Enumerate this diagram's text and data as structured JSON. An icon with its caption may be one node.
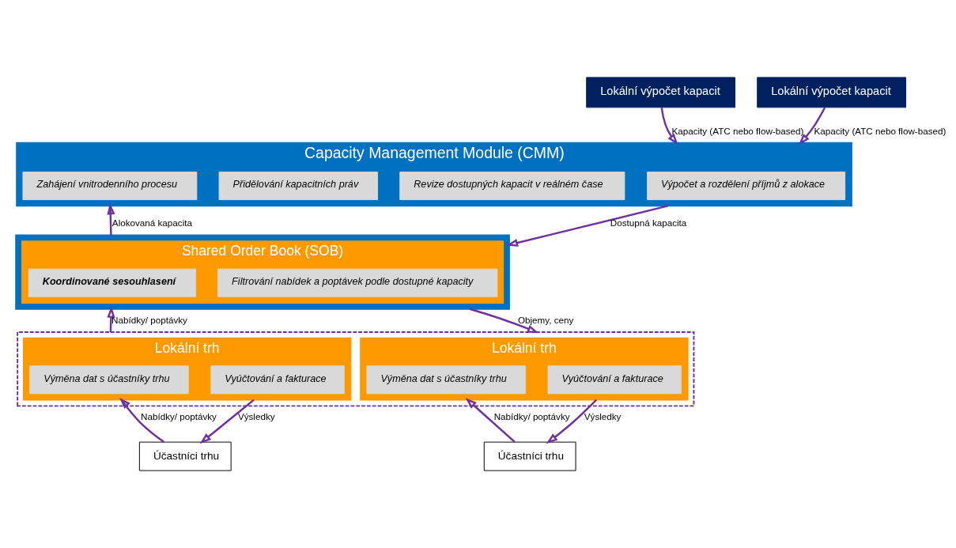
{
  "diagram": {
    "nodes": [
      {
        "text": [
          "Capacity Management Module (CMM)"
        ]
      },
      {
        "text": [
          "Zahájení vnitrodenního procesu"
        ],
        "in": 0
      },
      {
        "text": [
          "Revize dostupných kapacit v reálném čase"
        ],
        "in": 0
      },
      {
        "text": [
          "Přidělování kapacitních práv"
        ],
        "in": 0
      },
      {
        "text": [
          "Výpočet a rozdělení příjmů z alokace"
        ],
        "in": 0
      },
      {
        "text": [],
        "shape": "box"
      },
      {
        "text": [
          "Shared Order Book (SOB)"
        ],
        "in": 5
      },
      {
        "text": [
          "Koordinované sesouhlasení"
        ],
        "in": 6
      },
      {
        "text": [
          "Filtrování nabídek a poptávek podle dostupné kapacity"
        ],
        "in": 6
      },
      {
        "text": [],
        "shape": "box"
      },
      {
        "text": [
          "Lokální trh"
        ],
        "in": 9
      },
      {
        "text": [
          "Výměna dat s účastníky trhu"
        ],
        "in": 10
      },
      {
        "text": [
          "Vyúčtování a fakturace"
        ],
        "in": 10
      },
      {
        "text": [
          "Lokální trh"
        ],
        "in": 9
      },
      {
        "text": [
          "Výměna dat s účastníky trhu"
        ],
        "in": 13
      },
      {
        "text": [
          "Vyúčtování a fakturace"
        ],
        "in": 13
      },
      {
        "text": [
          "Lokální výpočet kapacit"
        ]
      },
      {
        "text": [
          "Lokální výpočet kapacit"
        ]
      },
      {
        "text": [
          "Účastníci trhu"
        ]
      },
      {
        "text": [
          "Účastníci trhu"
        ]
      }
    ],
    "edges": [
      {
        "from": 16,
        "to": 0,
        "arrow": "to",
        "label": "Kapacity (ATC nebo flow-based)"
      },
      {
        "from": 17,
        "to": 0,
        "arrow": "to",
        "label": "Kapacity (ATC nebo flow-based)"
      },
      {
        "from": 5,
        "to": 0,
        "arrow": "to",
        "label": "Alokovaná kapacita"
      },
      {
        "from": 0,
        "to": 5,
        "arrow": "to",
        "label": "Dostupná kapacita"
      },
      {
        "from": 9,
        "to": 5,
        "arrow": "to",
        "label": "Nabídky/ poptávky"
      },
      {
        "from": 5,
        "to": 9,
        "arrow": "to",
        "label": "Objemy, ceny"
      },
      {
        "from": 18,
        "to": 10,
        "arrow": "to",
        "label": "Nabídky/ poptávky"
      },
      {
        "from": 10,
        "to": 18,
        "arrow": "to",
        "label": "Výsledky"
      },
      {
        "from": 19,
        "to": 13,
        "arrow": "to",
        "label": "Nabídky/ poptávky"
      },
      {
        "from": 13,
        "to": 19,
        "arrow": "to",
        "label": "Výsledky"
      }
    ]
  }
}
